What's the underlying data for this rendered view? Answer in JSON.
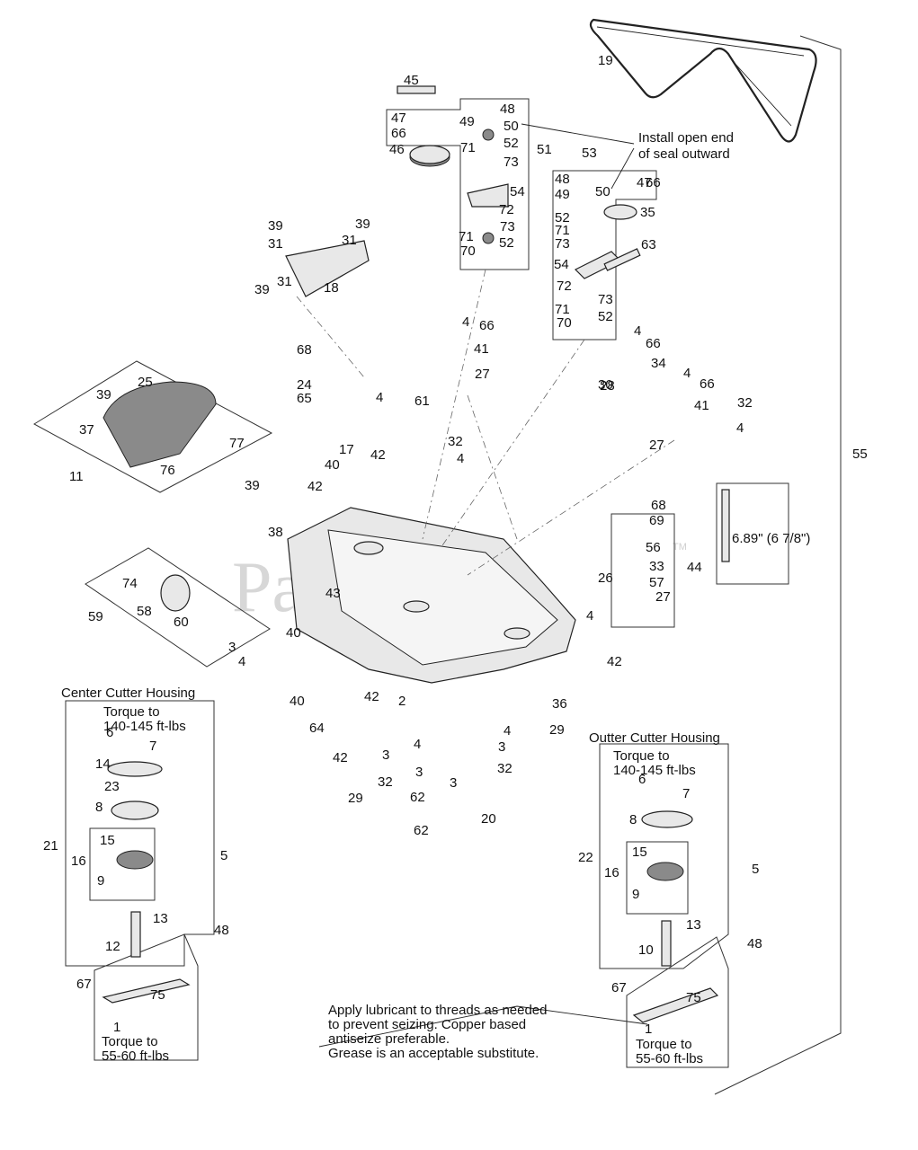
{
  "watermark": "PartsTree",
  "watermark_tm": "TM",
  "notes": {
    "install_seal_1": "Install open end",
    "install_seal_2": "of seal outward",
    "center_title": "Center Cutter Housing",
    "outer_title": "Outter Cutter Housing",
    "torque_140_1": "Torque to",
    "torque_140_2": "140-145 ft-lbs",
    "torque_55_1": "Torque to",
    "torque_55_2": "55-60 ft-lbs",
    "lube_1": "Apply lubricant to threads as needed",
    "lube_2": "to prevent seizing.  Copper based",
    "lube_3": "antiseize preferable.",
    "lube_4": "Grease is an acceptable substitute.",
    "dimension": "6.89\" (6 7/8\")"
  },
  "callouts": [
    "1",
    "2",
    "3",
    "4",
    "5",
    "6",
    "7",
    "8",
    "9",
    "10",
    "11",
    "12",
    "13",
    "14",
    "15",
    "16",
    "17",
    "18",
    "19",
    "20",
    "21",
    "22",
    "23",
    "24",
    "25",
    "26",
    "27",
    "28",
    "29",
    "30",
    "31",
    "32",
    "33",
    "34",
    "35",
    "36",
    "37",
    "38",
    "39",
    "40",
    "41",
    "42",
    "43",
    "44",
    "45",
    "46",
    "47",
    "48",
    "49",
    "50",
    "51",
    "52",
    "53",
    "54",
    "55",
    "56",
    "57",
    "58",
    "59",
    "60",
    "61",
    "62",
    "63",
    "64",
    "65",
    "66",
    "67",
    "68",
    "69",
    "70",
    "71",
    "72",
    "73",
    "74",
    "75",
    "76",
    "77"
  ]
}
